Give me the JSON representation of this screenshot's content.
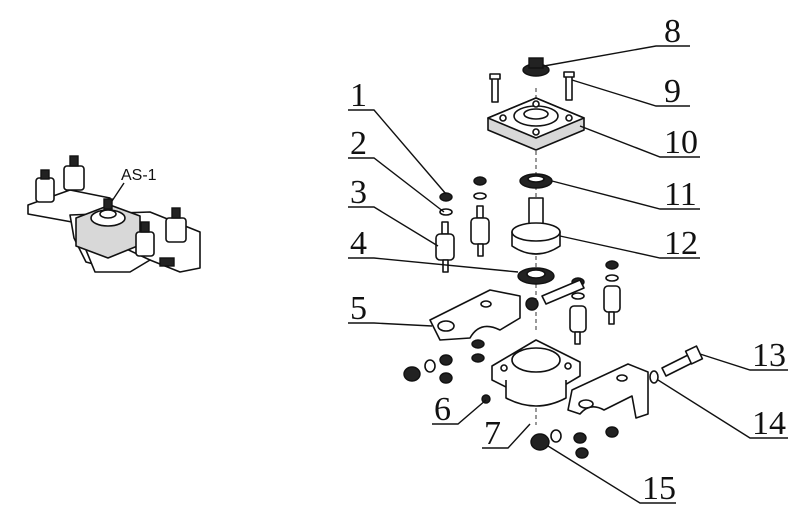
{
  "assembly_label": "AS-1",
  "callouts": [
    {
      "id": "callout-1",
      "label": "1"
    },
    {
      "id": "callout-2",
      "label": "2"
    },
    {
      "id": "callout-3",
      "label": "3"
    },
    {
      "id": "callout-4",
      "label": "4"
    },
    {
      "id": "callout-5",
      "label": "5"
    },
    {
      "id": "callout-6",
      "label": "6"
    },
    {
      "id": "callout-7",
      "label": "7"
    },
    {
      "id": "callout-8",
      "label": "8"
    },
    {
      "id": "callout-9",
      "label": "9"
    },
    {
      "id": "callout-10",
      "label": "10"
    },
    {
      "id": "callout-11",
      "label": "11"
    },
    {
      "id": "callout-12",
      "label": "12"
    },
    {
      "id": "callout-13",
      "label": "13"
    },
    {
      "id": "callout-14",
      "label": "14"
    },
    {
      "id": "callout-15",
      "label": "15"
    }
  ]
}
